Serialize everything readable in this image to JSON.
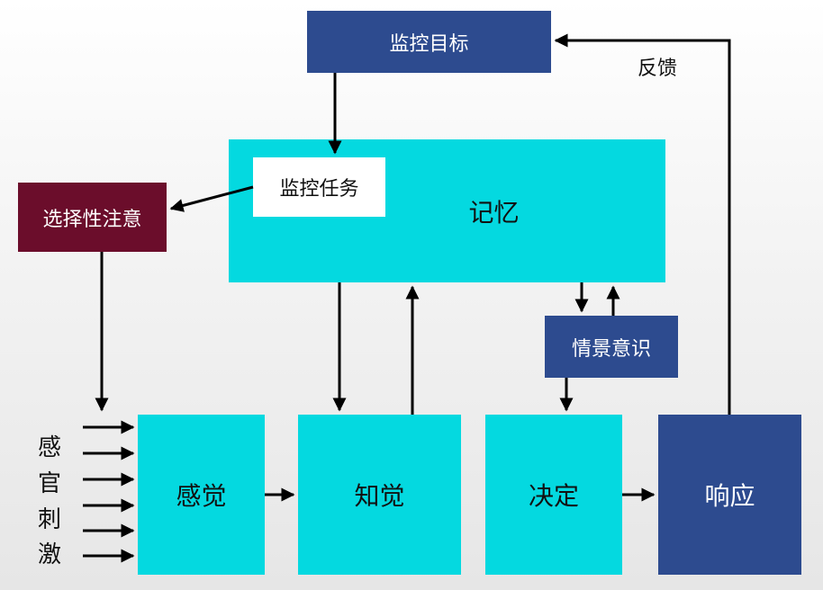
{
  "nodes": {
    "monitor_goal": "监控目标",
    "memory": "记忆",
    "monitor_task": "监控任务",
    "selective_attention": "选择性注意",
    "situational_awareness": "情景意识",
    "sensation": "感觉",
    "perception": "知觉",
    "decision": "决定",
    "response": "响应"
  },
  "labels": {
    "feedback": "反馈",
    "sensory_stimulus": [
      "感",
      "官",
      "刺",
      "激"
    ]
  },
  "colors": {
    "cyan": "#04d9e0",
    "navy": "#2d4b8f",
    "maroon": "#6b0d2b"
  }
}
